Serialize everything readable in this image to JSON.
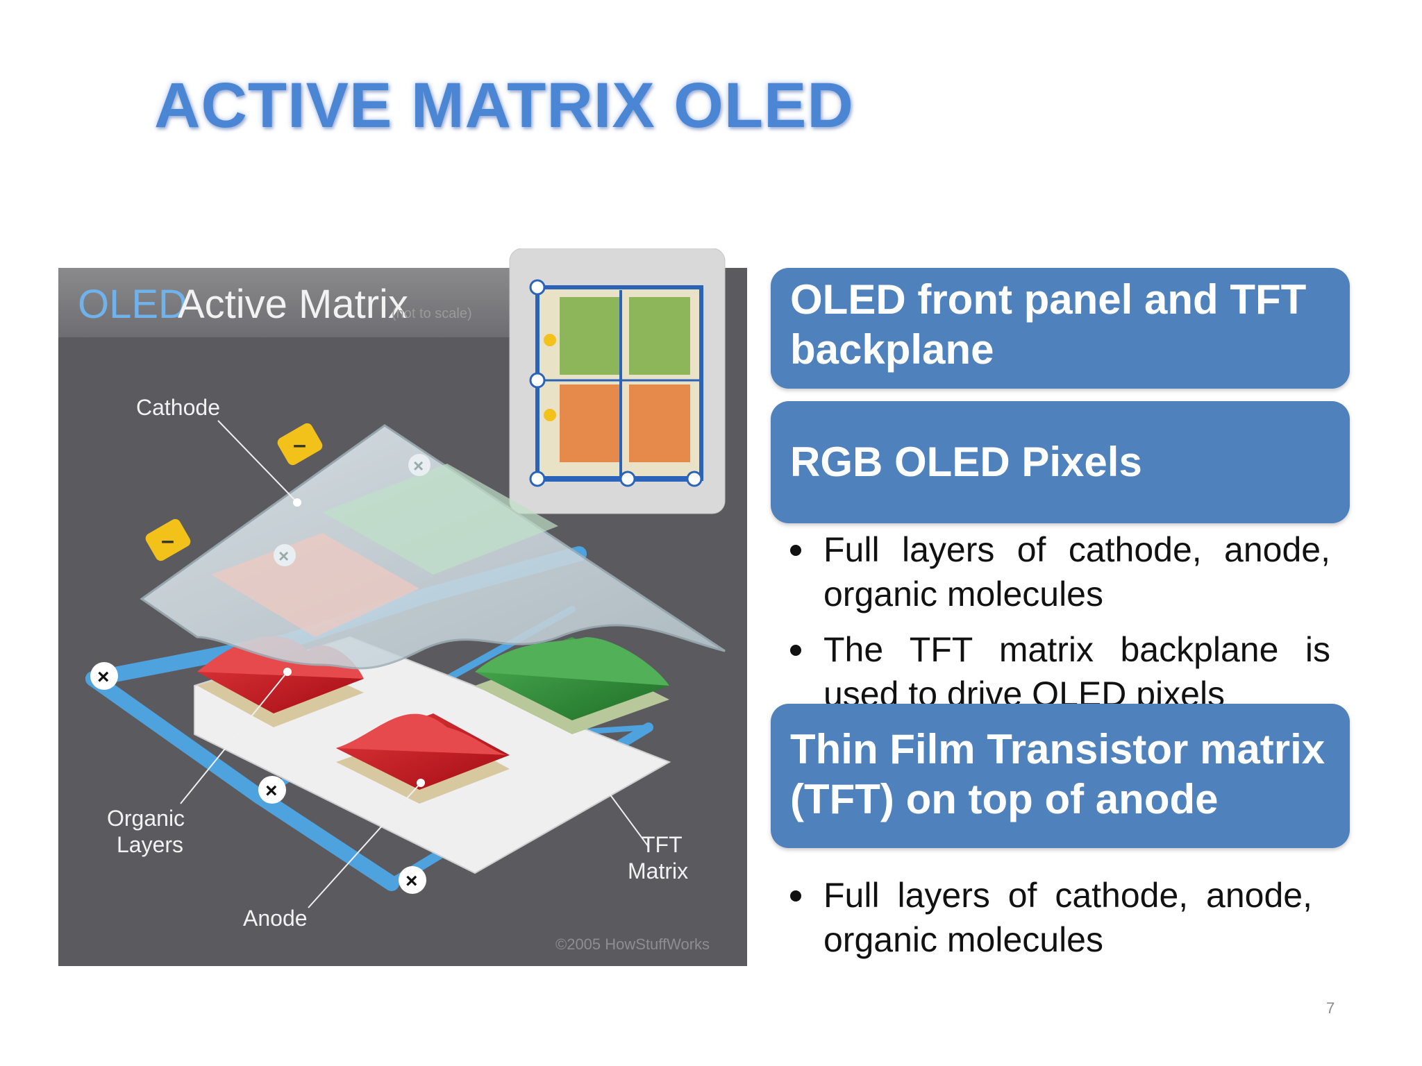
{
  "title": "ACTIVE MATRIX OLED",
  "figure": {
    "header_oled": "OLED",
    "header_rest": "Active Matrix",
    "header_note": "(not to scale)",
    "label_cathode": "Cathode",
    "label_organic_1": "Organic",
    "label_organic_2": "Layers",
    "label_anode": "Anode",
    "label_tft_1": "TFT",
    "label_tft_2": "Matrix",
    "copyright": "©2005 HowStuffWorks"
  },
  "boxes": [
    {
      "lines": [
        "OLED front panel and TFT",
        "backplane"
      ]
    },
    {
      "lines": [
        "RGB OLED Pixels"
      ]
    },
    {
      "lines": [
        "Thin Film Transistor matrix",
        "(TFT) on top of anode"
      ]
    }
  ],
  "bullets_1": [
    "Full layers of cathode, anode, organic molecules",
    "The TFT matrix backplane is used to drive OLED pixels"
  ],
  "bullets_2": [
    "Full layers of cathode, anode, organic molecules"
  ],
  "page_number": "7",
  "colors": {
    "title": "#4a86d4",
    "box_fill": "#4f81bd",
    "figure_bg": "#5a5a5e",
    "tft_line": "#4ea3df",
    "pixel_red": "#c8141c",
    "pixel_green": "#2f8a34",
    "terminal_yellow": "#f2c21a"
  }
}
